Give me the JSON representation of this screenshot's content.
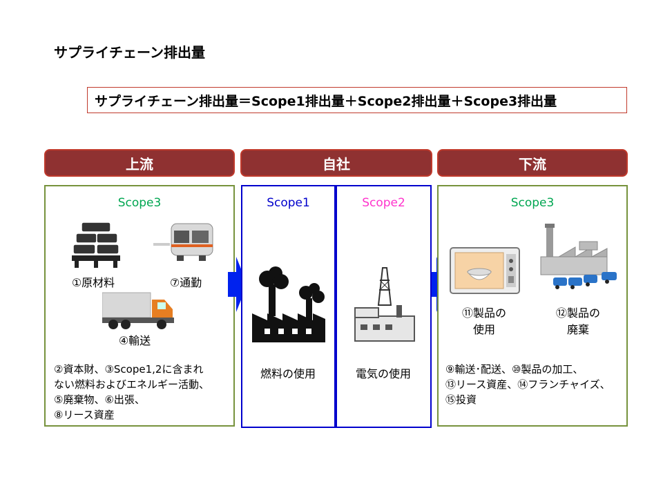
{
  "title": "サプライチェーン排出量",
  "formula": "サプライチェーン排出量＝Scope1排出量＋Scope2排出量＋Scope3排出量",
  "stages": {
    "upstream": "上流",
    "company": "自社",
    "downstream": "下流"
  },
  "upstream": {
    "scope": "Scope3",
    "items": {
      "raw_materials": "①原材料",
      "commuting": "⑦通勤",
      "transport": "④輸送"
    },
    "description": "②資本財、③Scope1,2に含まれ\nない燃料およびエネルギー活動、\n⑤廃棄物、⑥出張、\n⑧リース資産"
  },
  "scope1": {
    "scope": "Scope1",
    "description": "燃料の使用"
  },
  "scope2": {
    "scope": "Scope2",
    "description": "電気の使用"
  },
  "downstream": {
    "scope": "Scope3",
    "items": {
      "product_use": "⑪製品の\n使用",
      "product_disposal": "⑫製品の\n廃棄"
    },
    "description": "⑨輸送･配送、⑩製品の加工、\n⑬リース資産、⑭フランチャイズ、\n⑮投資"
  },
  "colors": {
    "stage_fill": "#8f3131",
    "scope3": "#00a651",
    "scope1": "#0000cc",
    "scope2": "#ff33cc",
    "green_border": "#76923c",
    "blue_border": "#0000cc"
  }
}
